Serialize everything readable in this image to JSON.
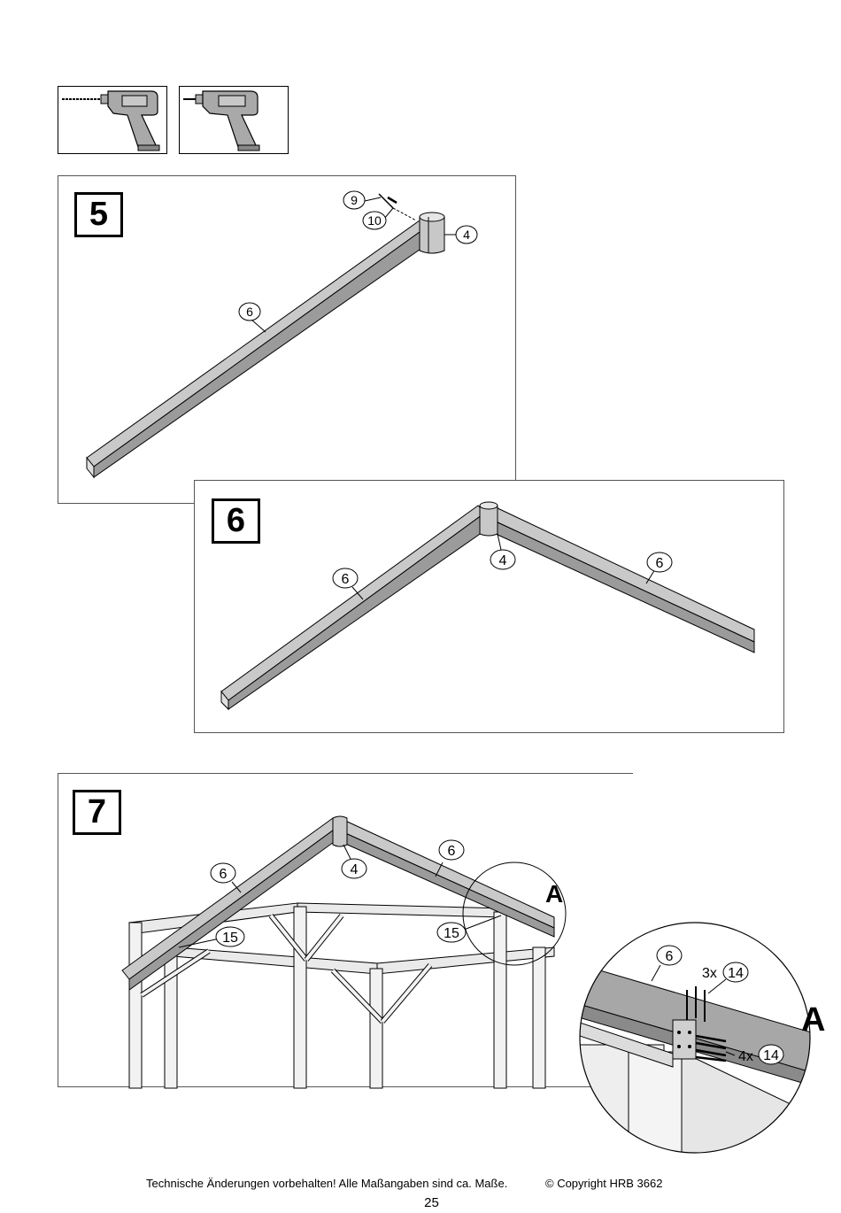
{
  "tools": [
    {
      "name": "drill-with-bit"
    },
    {
      "name": "screwdriver-drill"
    }
  ],
  "steps": [
    {
      "number": "5",
      "parts": [
        "9",
        "10",
        "4",
        "6"
      ]
    },
    {
      "number": "6",
      "parts": [
        "6",
        "4",
        "6"
      ]
    },
    {
      "number": "7",
      "parts": [
        "6",
        "4",
        "6",
        "15",
        "15"
      ],
      "detail_marker": "A"
    }
  ],
  "detail": {
    "label": "A",
    "part_beam": "6",
    "screws_top_qty": "3x",
    "screws_top_part": "14",
    "screws_side_qty": "4x",
    "screws_side_part": "14"
  },
  "footer": {
    "note": "Technische Änderungen vorbehalten!  Alle Maßangaben sind ca. Maße.",
    "copyright": "© Copyright HRB 3662",
    "page_number": "25"
  }
}
